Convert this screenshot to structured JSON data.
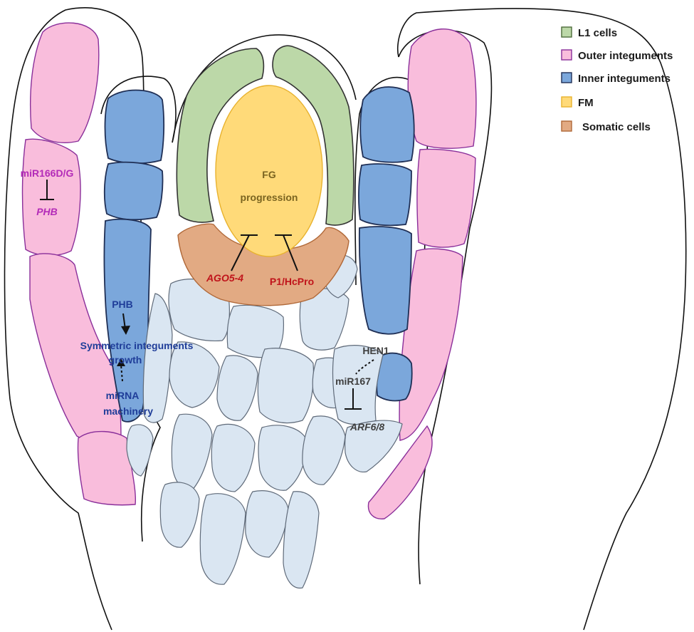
{
  "legend": [
    {
      "label": "L1 cells",
      "color": "#bcd8a8",
      "border": "#4d6b3a"
    },
    {
      "label": "Outer integuments",
      "color": "#f9bddc",
      "border": "#8a2f9a"
    },
    {
      "label": "Inner integuments",
      "color": "#7ba7db",
      "border": "#1f2f55"
    },
    {
      "label": "FM",
      "color": "#ffda79",
      "border": "#e8b22e"
    },
    {
      "label": "Somatic cells",
      "color": "#e2aa83",
      "border": "#b06838"
    }
  ],
  "labels": {
    "fg_line1": "FG",
    "fg_line2": "progression",
    "ago": "AGO5-4",
    "p1": "P1/HcPro",
    "mir166": "miR166D/G",
    "phb_outer": "PHB",
    "phb_inner": "PHB",
    "sym_line1": "Symmetric integuments",
    "sym_line2": "growth",
    "mirna_line1": "miRNA",
    "mirna_line2": "machinery",
    "hen1": "HEN1",
    "mir167": "miR167",
    "arf": "ARF6/8"
  },
  "colors": {
    "magenta_text": "#b32bb8",
    "blue_text": "#1f3d99",
    "red_text": "#c0141b",
    "dark_text": "#3f3f3f",
    "fg_text": "#7a6420"
  }
}
